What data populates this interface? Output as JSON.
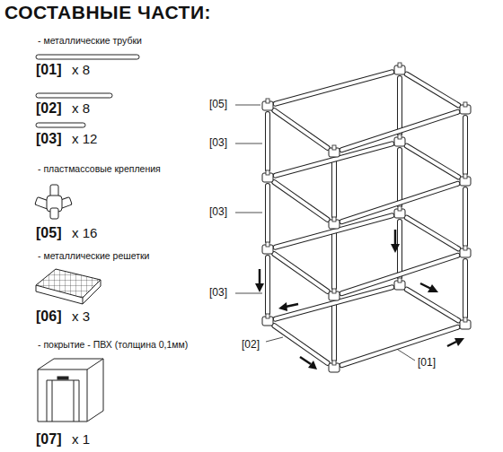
{
  "diagram": {
    "title": "СОСТАВНЫЕ ЧАСТИ:",
    "labels": [
      "- металлические трубки",
      "[01]",
      "x 8",
      "[02]",
      "x 8",
      "[03]",
      "x 12",
      "- пластмассовые крепления",
      "[05]",
      "x 16",
      "- металлические решетки",
      "[06]",
      "x 3",
      "- покрытие - ПВХ (толщина 0,1мм)",
      "[07]",
      "x 1",
      "[05]",
      "[03]",
      "[03]",
      "[03]",
      "[02]",
      "[01]"
    ]
  }
}
